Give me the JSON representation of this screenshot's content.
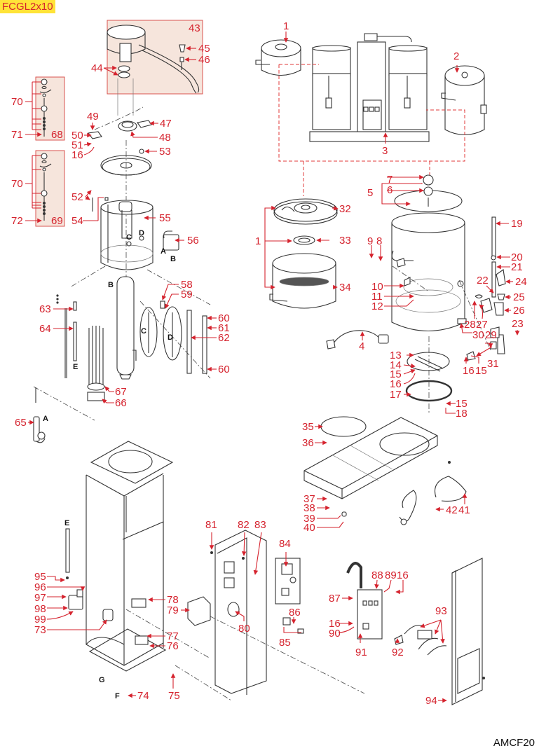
{
  "header": {
    "model": "FCGL2x10"
  },
  "footer": {
    "document_code": "AMCF20"
  },
  "colors": {
    "label": "#d5232e",
    "highlight_box": "#f6e5dc",
    "model_tag_bg": "#ffe338"
  },
  "diagram": {
    "title": "Exploded parts diagram",
    "part_labels": [
      "1",
      "2",
      "3",
      "4",
      "5",
      "6",
      "7",
      "8",
      "9",
      "10",
      "11",
      "12",
      "13",
      "14",
      "15",
      "16",
      "17",
      "18",
      "19",
      "20",
      "21",
      "22",
      "23",
      "24",
      "25",
      "26",
      "27",
      "28",
      "29",
      "30",
      "31",
      "32",
      "33",
      "34",
      "35",
      "36",
      "37",
      "38",
      "39",
      "40",
      "41",
      "42",
      "43",
      "44",
      "45",
      "46",
      "47",
      "48",
      "49",
      "50",
      "51",
      "52",
      "53",
      "54",
      "55",
      "56",
      "58",
      "59",
      "60",
      "61",
      "62",
      "63",
      "64",
      "65",
      "66",
      "67",
      "68",
      "69",
      "70",
      "71",
      "72",
      "73",
      "74",
      "75",
      "76",
      "77",
      "78",
      "79",
      "80",
      "81",
      "82",
      "83",
      "84",
      "85",
      "86",
      "87",
      "88",
      "89",
      "90",
      "91",
      "92",
      "93",
      "94",
      "95",
      "96",
      "97",
      "98",
      "99"
    ],
    "reference_letters": [
      "A",
      "B",
      "C",
      "D",
      "E",
      "F",
      "G"
    ],
    "callouts": {
      "p1a": "1",
      "p2": "2",
      "p3": "3",
      "p1b": "1",
      "p32": "32",
      "p33": "33",
      "p34": "34",
      "p5": "5",
      "p6": "6",
      "p7": "7",
      "p8": "8",
      "p9": "9",
      "p10": "10",
      "p11": "11",
      "p12": "12",
      "p19": "19",
      "p20": "20",
      "p21": "21",
      "p22": "22",
      "p23": "23",
      "p24": "24",
      "p25": "25",
      "p26": "26",
      "p27": "27",
      "p28": "28",
      "p29": "29",
      "p30": "30",
      "p31": "31",
      "p4": "4",
      "p13": "13",
      "p14": "14",
      "p15a": "15",
      "p16a": "16",
      "p17": "17",
      "p15b": "15",
      "p18": "18",
      "p16b": "16",
      "p15c": "15",
      "p35": "35",
      "p36": "36",
      "p37": "37",
      "p38": "38",
      "p39": "39",
      "p40": "40",
      "p42": "42",
      "p41": "41",
      "p43": "43",
      "p44": "44",
      "p45": "45",
      "p46": "46",
      "p47": "47",
      "p48": "48",
      "p49": "49",
      "p50": "50",
      "p51": "51",
      "p16c": "16",
      "p53": "53",
      "p52": "52",
      "p54": "54",
      "p55": "55",
      "p56": "56",
      "p58": "58",
      "p59": "59",
      "p60a": "60",
      "p61": "61",
      "p62": "62",
      "p60b": "60",
      "p63": "63",
      "p64": "64",
      "p65": "65",
      "p66": "66",
      "p67": "67",
      "p70a": "70",
      "p71": "71",
      "p68": "68",
      "p70b": "70",
      "p72": "72",
      "p69": "69",
      "p73": "73",
      "p74": "74",
      "p75": "75",
      "p76": "76",
      "p77": "77",
      "p78": "78",
      "p79": "79",
      "p80": "80",
      "p81": "81",
      "p82": "82",
      "p83": "83",
      "p84": "84",
      "p85": "85",
      "p86": "86",
      "p87": "87",
      "p88": "88",
      "p89": "89",
      "p16d": "16",
      "p16e": "16",
      "p90": "90",
      "p91": "91",
      "p92": "92",
      "p93": "93",
      "p94": "94",
      "p95": "95",
      "p96": "96",
      "p97": "97",
      "p98": "98",
      "p99": "99",
      "rA1": "A",
      "rA2": "A",
      "rB1": "B",
      "rB2": "B",
      "rC1": "C",
      "rC2": "C",
      "rD1": "D",
      "rD2": "D",
      "rE1": "E",
      "rE2": "E",
      "rF": "F",
      "rG": "G"
    }
  }
}
